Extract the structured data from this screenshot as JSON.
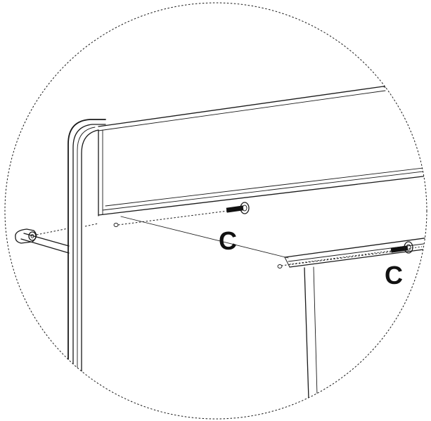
{
  "labels": {
    "callout_1": "C",
    "callout_2": "C"
  },
  "colors": {
    "line": "#1a1a1a",
    "background": "#ffffff",
    "label": "#111111"
  },
  "icons": {
    "detail_frame": "dotted-circle",
    "fastener": "screw-icon",
    "hole": "screw-hole-icon",
    "end_cap": "rod-end-cap-icon"
  }
}
